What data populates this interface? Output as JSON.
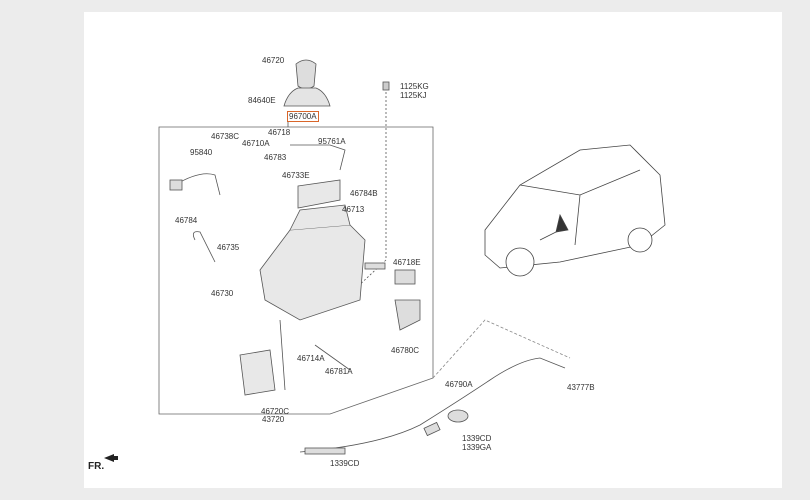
{
  "diagram": {
    "labels": {
      "l46720": "46720",
      "l84640E": "84640E",
      "l96700A": "96700A",
      "l1125KG": "1125KG",
      "l1125KJ": "1125KJ",
      "l46738C": "46738C",
      "l46718": "46718",
      "l46710A": "46710A",
      "l95761A": "95761A",
      "l95840": "95840",
      "l46783": "46783",
      "l46733E": "46733E",
      "l46784B": "46784B",
      "l46713": "46713",
      "l46784": "46784",
      "l46735": "46735",
      "l46718E": "46718E",
      "l46730": "46730",
      "l46780C": "46780C",
      "l46714A": "46714A",
      "l46781A": "46781A",
      "l46720C": "46720C",
      "l43720": "43720",
      "l46790A": "46790A",
      "l43777B": "43777B",
      "l1339CD_a": "1339CD",
      "l1339GA": "1339GA",
      "l1339CD_b": "1339CD"
    },
    "highlight_color": "#d9662a",
    "direction": "FR."
  }
}
